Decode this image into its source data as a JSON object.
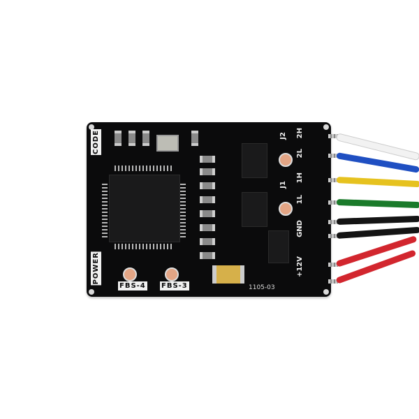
{
  "photo": {
    "subject": "circuit board with wires",
    "board_color": "#0b0b0c",
    "background_color": "#ffffff"
  },
  "silkscreen": {
    "left_top": "CODE",
    "left_bottom": "POWER",
    "pad_labels": [
      "FBS-4",
      "FBS-3"
    ],
    "jumpers": [
      "J2",
      "J1"
    ],
    "pin_labels": [
      "2H",
      "2L",
      "1H",
      "1L",
      "GND",
      "+12V"
    ],
    "part_number": "1105-03"
  },
  "wires": [
    {
      "color_name": "white",
      "hex": "#f2f2f2"
    },
    {
      "color_name": "blue",
      "hex": "#1f4fc2"
    },
    {
      "color_name": "yellow",
      "hex": "#e6c21f"
    },
    {
      "color_name": "green",
      "hex": "#1a7a2a"
    },
    {
      "color_name": "black",
      "hex": "#141414"
    },
    {
      "color_name": "black",
      "hex": "#141414"
    },
    {
      "color_name": "red",
      "hex": "#d2262e"
    },
    {
      "color_name": "red",
      "hex": "#d2262e"
    }
  ]
}
